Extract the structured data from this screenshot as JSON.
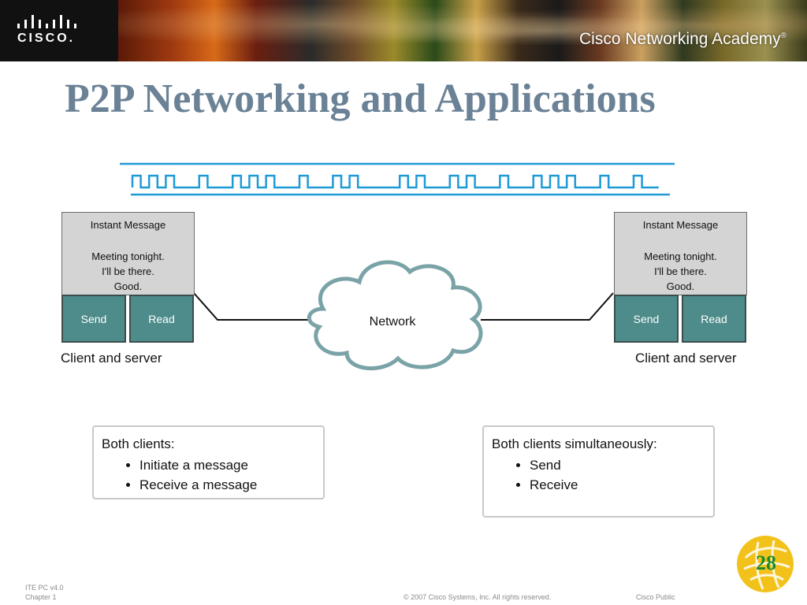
{
  "header": {
    "brand": "CISCO.",
    "academy": "Cisco Networking Academy",
    "academy_mark": "®"
  },
  "slide": {
    "title": "P2P Networking and Applications",
    "number": "28"
  },
  "diagram": {
    "left_client": {
      "message_header": "Instant Message",
      "message_lines": [
        "Meeting tonight.",
        "I'll be there.",
        "Good."
      ],
      "send_label": "Send",
      "read_label": "Read",
      "caption": "Client and server"
    },
    "right_client": {
      "message_header": "Instant Message",
      "message_lines": [
        "Meeting tonight.",
        "I'll be there.",
        "Good."
      ],
      "send_label": "Send",
      "read_label": "Read",
      "caption": "Client and server"
    },
    "network_label": "Network",
    "colors": {
      "teal": "#4d8c8a",
      "signal": "#1f9ad6",
      "title": "#6b8296"
    }
  },
  "info_boxes": [
    {
      "heading": "Both clients:",
      "items": [
        "Initiate a message",
        "Receive a message"
      ]
    },
    {
      "heading": "Both clients simultaneously:",
      "items": [
        "Send",
        "Receive"
      ]
    }
  ],
  "footer": {
    "course": "ITE PC v4.0",
    "chapter": "Chapter 1",
    "copyright": "© 2007 Cisco Systems, Inc. All rights reserved.",
    "classification": "Cisco Public"
  }
}
